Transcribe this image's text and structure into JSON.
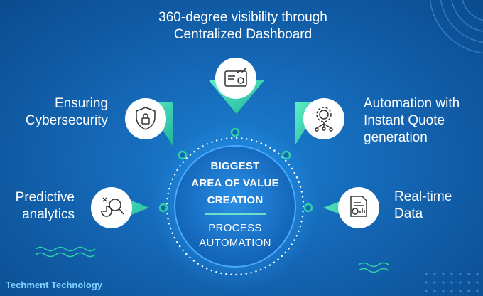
{
  "center": {
    "title_lines": [
      "BIGGEST",
      "AREA OF VALUE",
      "CREATION"
    ],
    "subtitle_lines": [
      "PROCESS",
      "AUTOMATION"
    ]
  },
  "nodes": [
    {
      "id": "dashboard",
      "lines": [
        "360-degree visibility through",
        "Centralized Dashboard"
      ],
      "icon": "dashboard-analytics-icon"
    },
    {
      "id": "cybersecurity",
      "lines": [
        "Ensuring",
        "Cybersecurity"
      ],
      "icon": "security-shield-icon"
    },
    {
      "id": "quote",
      "lines": [
        "Automation with",
        "Instant Quote",
        "generation"
      ],
      "icon": "automation-gear-icon"
    },
    {
      "id": "predictive",
      "lines": [
        "Predictive",
        "analytics"
      ],
      "icon": "predictive-analytics-icon"
    },
    {
      "id": "realtime",
      "lines": [
        "Real-time",
        "Data"
      ],
      "icon": "realtime-data-document-icon"
    }
  ],
  "footer": "Techment Technology",
  "colors": {
    "background": "#1466b4",
    "accent": "#2fd0a8",
    "footer_text": "#7fd3ff",
    "text": "#ffffff"
  }
}
